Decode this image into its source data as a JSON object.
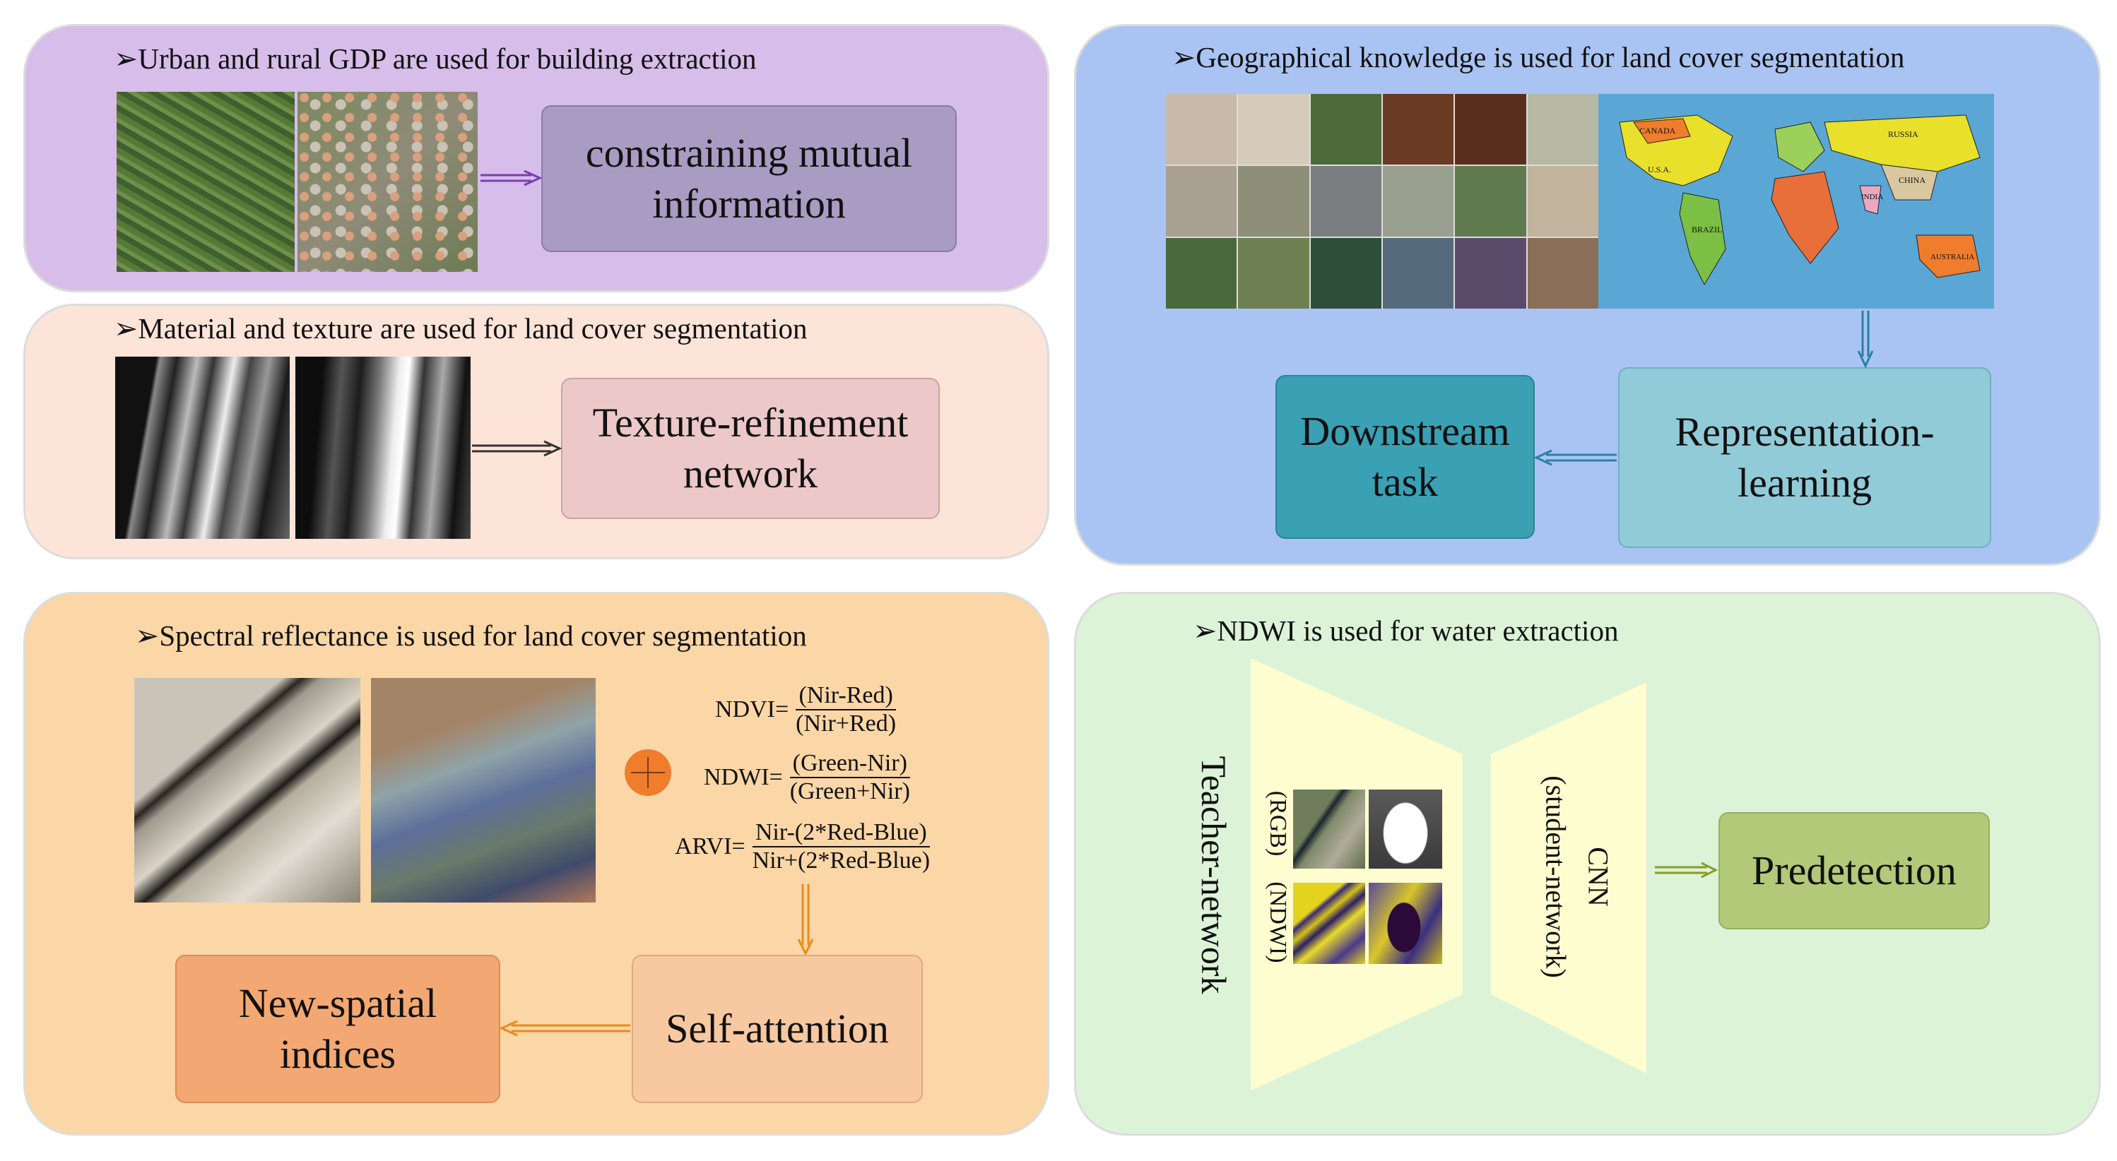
{
  "colors": {
    "panel_gdp": "#d7bdea",
    "panel_texture": "#fde4d8",
    "panel_geo": "#a9c4f3",
    "panel_spectral": "#fbd6a6",
    "panel_ndwi": "#dcf3d8"
  },
  "gdp": {
    "title": "➢Urban and rural GDP are used for building extraction",
    "box_line1": "constraining mutual",
    "box_line2": "information"
  },
  "texture": {
    "title": "➢Material and texture are used for land cover segmentation",
    "box_line1": "Texture-refinement",
    "box_line2": "network"
  },
  "geo": {
    "title": "➢Geographical knowledge is used for land cover segmentation",
    "downstream_line1": "Downstream",
    "downstream_line2": "task",
    "repr_line1": "Representation-",
    "repr_line2": "learning",
    "map_labels": [
      "CANADA",
      "U.S.A.",
      "RUSSIA",
      "CHINA",
      "INDIA",
      "BRAZIL",
      "AUSTRALIA"
    ]
  },
  "spectral": {
    "title": "➢Spectral reflectance is used for land cover segmentation",
    "ndvi_label": "NDVI=",
    "ndvi_num": "(Nir-Red)",
    "ndvi_den": "(Nir+Red)",
    "ndwi_label": "NDWI=",
    "ndwi_num": "(Green-Nir)",
    "ndwi_den": "(Green+Nir)",
    "arvi_label": "ARVI=",
    "arvi_num": "Nir-(2*Red-Blue)",
    "arvi_den": "Nir+(2*Red-Blue)",
    "self_attention": "Self-attention",
    "new_spatial_line1": "New-spatial",
    "new_spatial_line2": "indices"
  },
  "ndwi": {
    "title": "➢NDWI is used for water extraction",
    "teacher": "Teacher-network",
    "rgb": "(RGB)",
    "ndwi_tag": "(NDWI)",
    "cnn": "CNN",
    "student": "(student-network)",
    "predetection": "Predetection"
  }
}
